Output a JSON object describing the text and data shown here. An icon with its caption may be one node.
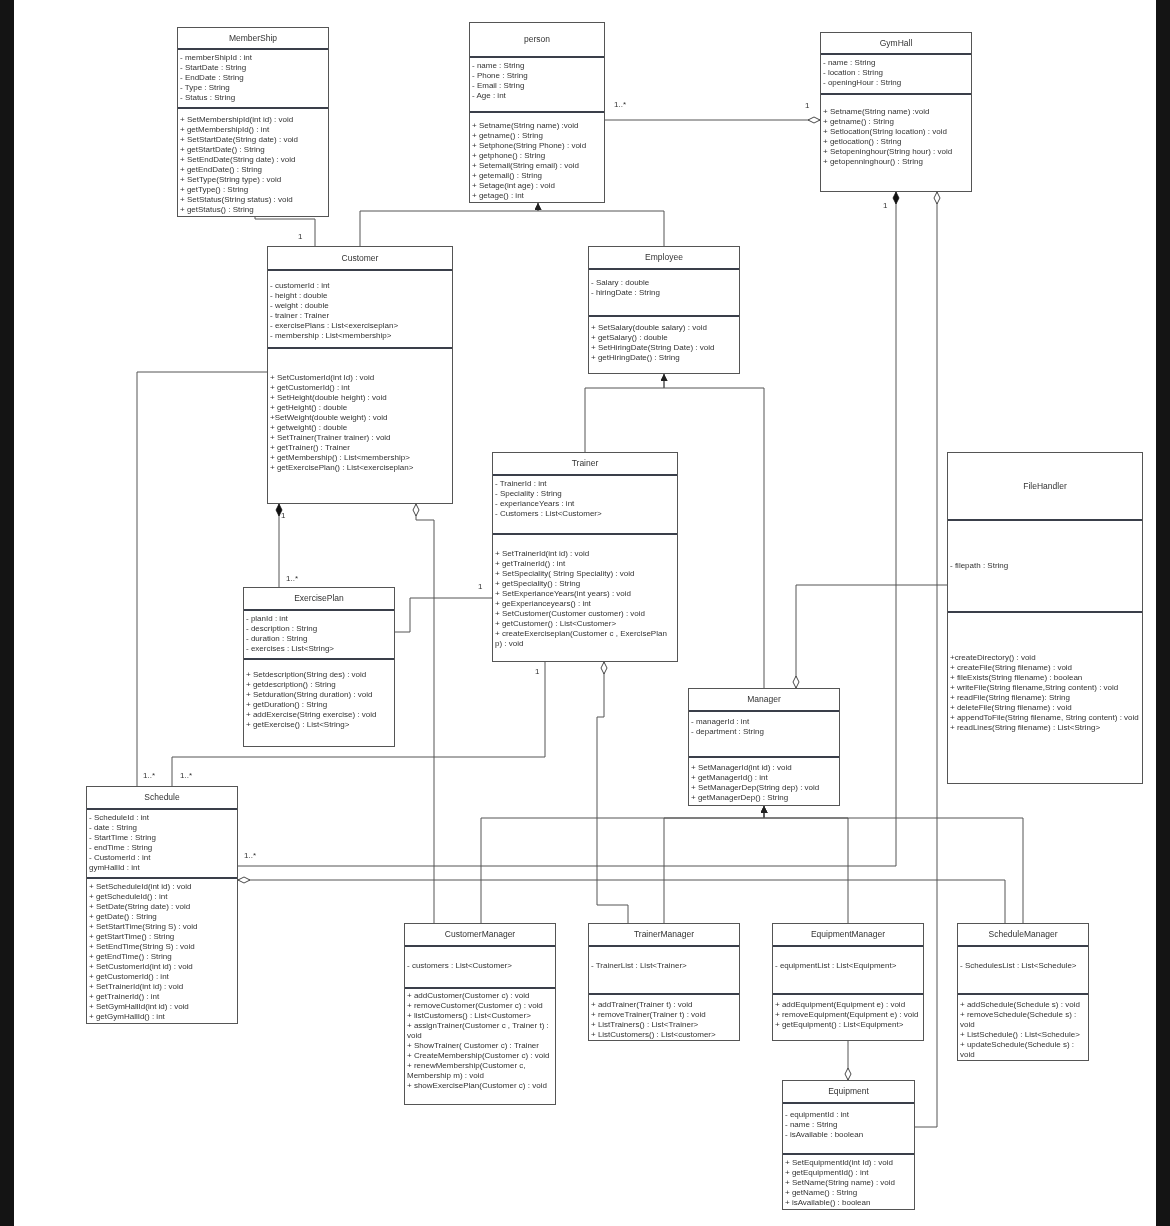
{
  "diagram": {
    "nodes": [
      {
        "text": [
          "MemberShip"
        ]
      },
      {
        "text": [
          "- memberShipId : int",
          "- StartDate : String",
          "- EndDate : String",
          "- Type : String",
          "- Status : String"
        ],
        "in": 0
      },
      {
        "text": [
          "+ SetMembershipId(int id) : void",
          "+ getMembershipId() : int",
          "+ SetStartDate(String date) : void",
          "+ getStartDate() : String",
          "+ SetEndDate(String date) : void",
          "+ getEndDate() : String",
          "+ SetType(String type) : void",
          "+ getType() : String",
          "+ SetStatus(String status) : void",
          "+ getStatus() : String"
        ],
        "in": 0
      },
      {
        "text": [
          "person"
        ]
      },
      {
        "text": [
          "- name : String",
          "- Phone : String",
          "- Email : String",
          "- Age : int"
        ],
        "in": 3
      },
      {
        "text": [
          "+ Setname(String name) :void",
          "+ getname() : String",
          "+ Setphone(String Phone) : void",
          "+ getphone() : String",
          "+ Setemail(String email) : void",
          "+ getemail() : String",
          "+ Setage(int age) : void",
          "+ getage() : int"
        ],
        "in": 3
      },
      {
        "text": [
          "GymHall"
        ]
      },
      {
        "text": [
          "- name : String",
          "- location : String",
          "- openingHour : String"
        ],
        "in": 6
      },
      {
        "text": [
          "+ Setname(String name) :void",
          "+ getname() : String",
          "+ Setlocation(String location) : void",
          "+ getlocation() : String",
          "+ Setopeninghour(String hour) : void",
          "+ getopenninghour() : String"
        ],
        "in": 6
      },
      {
        "text": [
          "Customer"
        ]
      },
      {
        "text": [
          "- customerId : int",
          "- height : double",
          "- weight : double",
          "- trainer : Trainer",
          "- exercisePlans : List<exerciseplan>",
          "- membership : List<membership>"
        ],
        "in": 9
      },
      {
        "text": [
          "+ SetCustomerId(int Id) : void",
          "+ getCustomerId() : int",
          "+ SetHeight(double height) : void",
          "+ getHeight() : double",
          "+SetWeight(double weight) : void",
          "+ getweight() : double",
          "+ SetTrainer(Trainer trainer) : void",
          "+ getTrainer() : Trainer",
          "+ getMembership() : List<membership>",
          "+ getExercisePlan() : List<exerciseplan>"
        ],
        "in": 9
      },
      {
        "text": [
          "Employee"
        ]
      },
      {
        "text": [
          "- Salary : double",
          "- hiringDate : String"
        ],
        "in": 12
      },
      {
        "text": [
          "+ SetSalary(double salary) : void",
          "+ getSalary() : double",
          "+ SetHiringDate(String Date) : void",
          "+ getHiringDate() : String"
        ],
        "in": 12
      },
      {
        "text": [
          "Trainer"
        ]
      },
      {
        "text": [
          "- TrainerId : int",
          "- Speciality : String",
          "- experianceYears : int",
          "- Customers : List<Customer>"
        ],
        "in": 15
      },
      {
        "text": [
          "+ SetTrainerId(int id) : void",
          "+ getTrainerId() : int",
          "+ SetSpeciality( String Speciality) : void",
          "+ getSpeciality() : String",
          "+ SetExperianceYears(int years) : void",
          "+ geExperianceyears() : int",
          "+ SetCustomer(Customer customer) : void",
          "+ getCustomer() : List<Customer>",
          "+ createExerciseplan(Customer c , ExercisePlan p) : void"
        ],
        "in": 15
      },
      {
        "text": [
          "ExercisePlan"
        ]
      },
      {
        "text": [
          "- planId : int",
          "- description : String",
          "- duration : String",
          "- exercises : List<String>"
        ],
        "in": 18
      },
      {
        "text": [
          "+ Setdescription(String des) : void",
          "+ getdescription() : String",
          "+ Setduration(String duration) : void",
          "+ getDuration() : String",
          "+ addExercise(String exercise) : void",
          "+ getExercise() : List<String>"
        ],
        "in": 18
      },
      {
        "text": [
          "FileHandler"
        ]
      },
      {
        "text": [
          "- filepath : String"
        ],
        "in": 21
      },
      {
        "text": [
          "+createDirectory() : void",
          "+ createFile(String filename) : void",
          "+ fileExists(String filename) : boolean",
          "+ writeFile(String filename,String content) : void",
          "+ readFile(String filename): String",
          "+ deleteFile(String filename) : void",
          "+ appendToFile(String filename, String content) : void",
          "+ readLines(String filename) : List<String>"
        ],
        "in": 21
      },
      {
        "text": [
          "Manager"
        ]
      },
      {
        "text": [
          "- managerId : int",
          "- department : String"
        ],
        "in": 24
      },
      {
        "text": [
          "+ SetManagerId(int id) : void",
          "+ getManagerId() : int",
          "+ SetManagerDep(String dep) : void",
          "+ getManagerDep() : String"
        ],
        "in": 24
      },
      {
        "text": [
          "Schedule"
        ]
      },
      {
        "text": [
          "- ScheduleId : int",
          "- date : String",
          "- StartTime : String",
          "- endTime : String",
          "- CustomerId : int",
          "gymHallId : int"
        ],
        "in": 27
      },
      {
        "text": [
          "+ SetScheduleId(int id) : void",
          "+ getScheduleId() : int",
          "+ SetDate(String date) : void",
          "+ getDate() : String",
          "+ SetStartTime(String S) : void",
          "+ getStartTime() : String",
          "+ SetEndTime(String S) : void",
          "+ getEndTime() : String",
          "+ SetCustomerId(int id) : void",
          "+ getCustomerId() : int",
          "+ SetTrainerId(int id) : void",
          "+ getTrainerId() : int",
          "+ SetGymHallId(int id) : void",
          "+ getGymHallId() : int"
        ],
        "in": 27
      },
      {
        "text": [
          "CustomerManager"
        ]
      },
      {
        "text": [
          "- customers : List<Customer>"
        ],
        "in": 30
      },
      {
        "text": [
          "+ addCustomer(Customer c) : void",
          "+ removeCustomer(Customer c) : void",
          "+ listCustomers() : List<Customer>",
          "+ assignTrainer(Customer c , Trainer t) : void",
          "+ ShowTrainer( Customer c) : Trainer",
          "+ CreateMembership(Customer c) : void",
          "+ renewMembership(Customer c, Membership m) : void",
          "+ showExercisePlan(Customer c) : void"
        ],
        "in": 30
      },
      {
        "text": [
          "TrainerManager"
        ]
      },
      {
        "text": [
          "- TrainerList : List<Trainer>"
        ],
        "in": 33
      },
      {
        "text": [
          "+ addTrainer(Trainer t) : void",
          "+ removeTrainer(Trainer t) : void",
          "+ ListTrainers() : List<Trainer>",
          "+ ListCustomers() : List<customer>"
        ],
        "in": 33
      },
      {
        "text": [
          "EquipmentManager"
        ]
      },
      {
        "text": [
          "- equipmentList : List<Equipment>"
        ],
        "in": 36
      },
      {
        "text": [
          "+ addEquipment(Equipment e) : void",
          "+ removeEquipment(Equipment e) : void",
          "+ getEquipment() : List<Equipment>"
        ],
        "in": 36
      },
      {
        "text": [
          "ScheduleManager"
        ]
      },
      {
        "text": [
          "- SchedulesList : List<Schedule>"
        ],
        "in": 39
      },
      {
        "text": [
          "+ addSchedule(Schedule s) : void",
          "+ removeSchedule(Schedule s) : void",
          "+ ListSchedule() : List<Schedule>",
          "+ updateSchedule(Schedule s) : void"
        ],
        "in": 39
      },
      {
        "text": [
          "Equipment"
        ]
      },
      {
        "text": [
          "- equipmentId : int",
          "- name : String",
          "- isAvailable : boolean"
        ],
        "in": 42
      },
      {
        "text": [
          "+ SetEquipmentId(int Id) : void",
          "+ getEquipmentId() : int",
          "+ SetName(String name) : void",
          "+ getName() : String",
          "+ isAvailable() : boolean"
        ],
        "in": 42
      }
    ],
    "edges": [
      {
        "from": 9,
        "to": 3,
        "arrow": "to"
      },
      {
        "from": 12,
        "to": 3,
        "arrow": "to"
      },
      {
        "from": 0,
        "to": 9,
        "arrow": "none"
      },
      {
        "from": 3,
        "to": 6,
        "arrow": "other"
      },
      {
        "from": 15,
        "to": 12,
        "arrow": "to"
      },
      {
        "from": 24,
        "to": 12,
        "arrow": "to"
      },
      {
        "from": 18,
        "to": 9,
        "arrow": "other"
      },
      {
        "from": 30,
        "to": 9,
        "arrow": "other"
      },
      {
        "from": 18,
        "to": 15,
        "arrow": "none"
      },
      {
        "from": 9,
        "to": 27,
        "arrow": "none"
      },
      {
        "from": 15,
        "to": 27,
        "arrow": "none"
      },
      {
        "from": 33,
        "to": 15,
        "arrow": "other"
      },
      {
        "from": 21,
        "to": 24,
        "arrow": "other"
      },
      {
        "from": 30,
        "to": 24,
        "arrow": "to"
      },
      {
        "from": 33,
        "to": 24,
        "arrow": "to"
      },
      {
        "from": 36,
        "to": 24,
        "arrow": "to"
      },
      {
        "from": 39,
        "to": 24,
        "arrow": "to"
      },
      {
        "from": 27,
        "to": 6,
        "arrow": "other"
      },
      {
        "from": 39,
        "to": 27,
        "arrow": "other"
      },
      {
        "from": 36,
        "to": 42,
        "arrow": "other"
      },
      {
        "from": 42,
        "to": 6,
        "arrow": "other"
      }
    ],
    "labels": [
      "1..*",
      "1",
      "1",
      "1",
      "1",
      "1..*",
      "1",
      "1",
      "1..*",
      "1..*",
      "1..*"
    ]
  }
}
